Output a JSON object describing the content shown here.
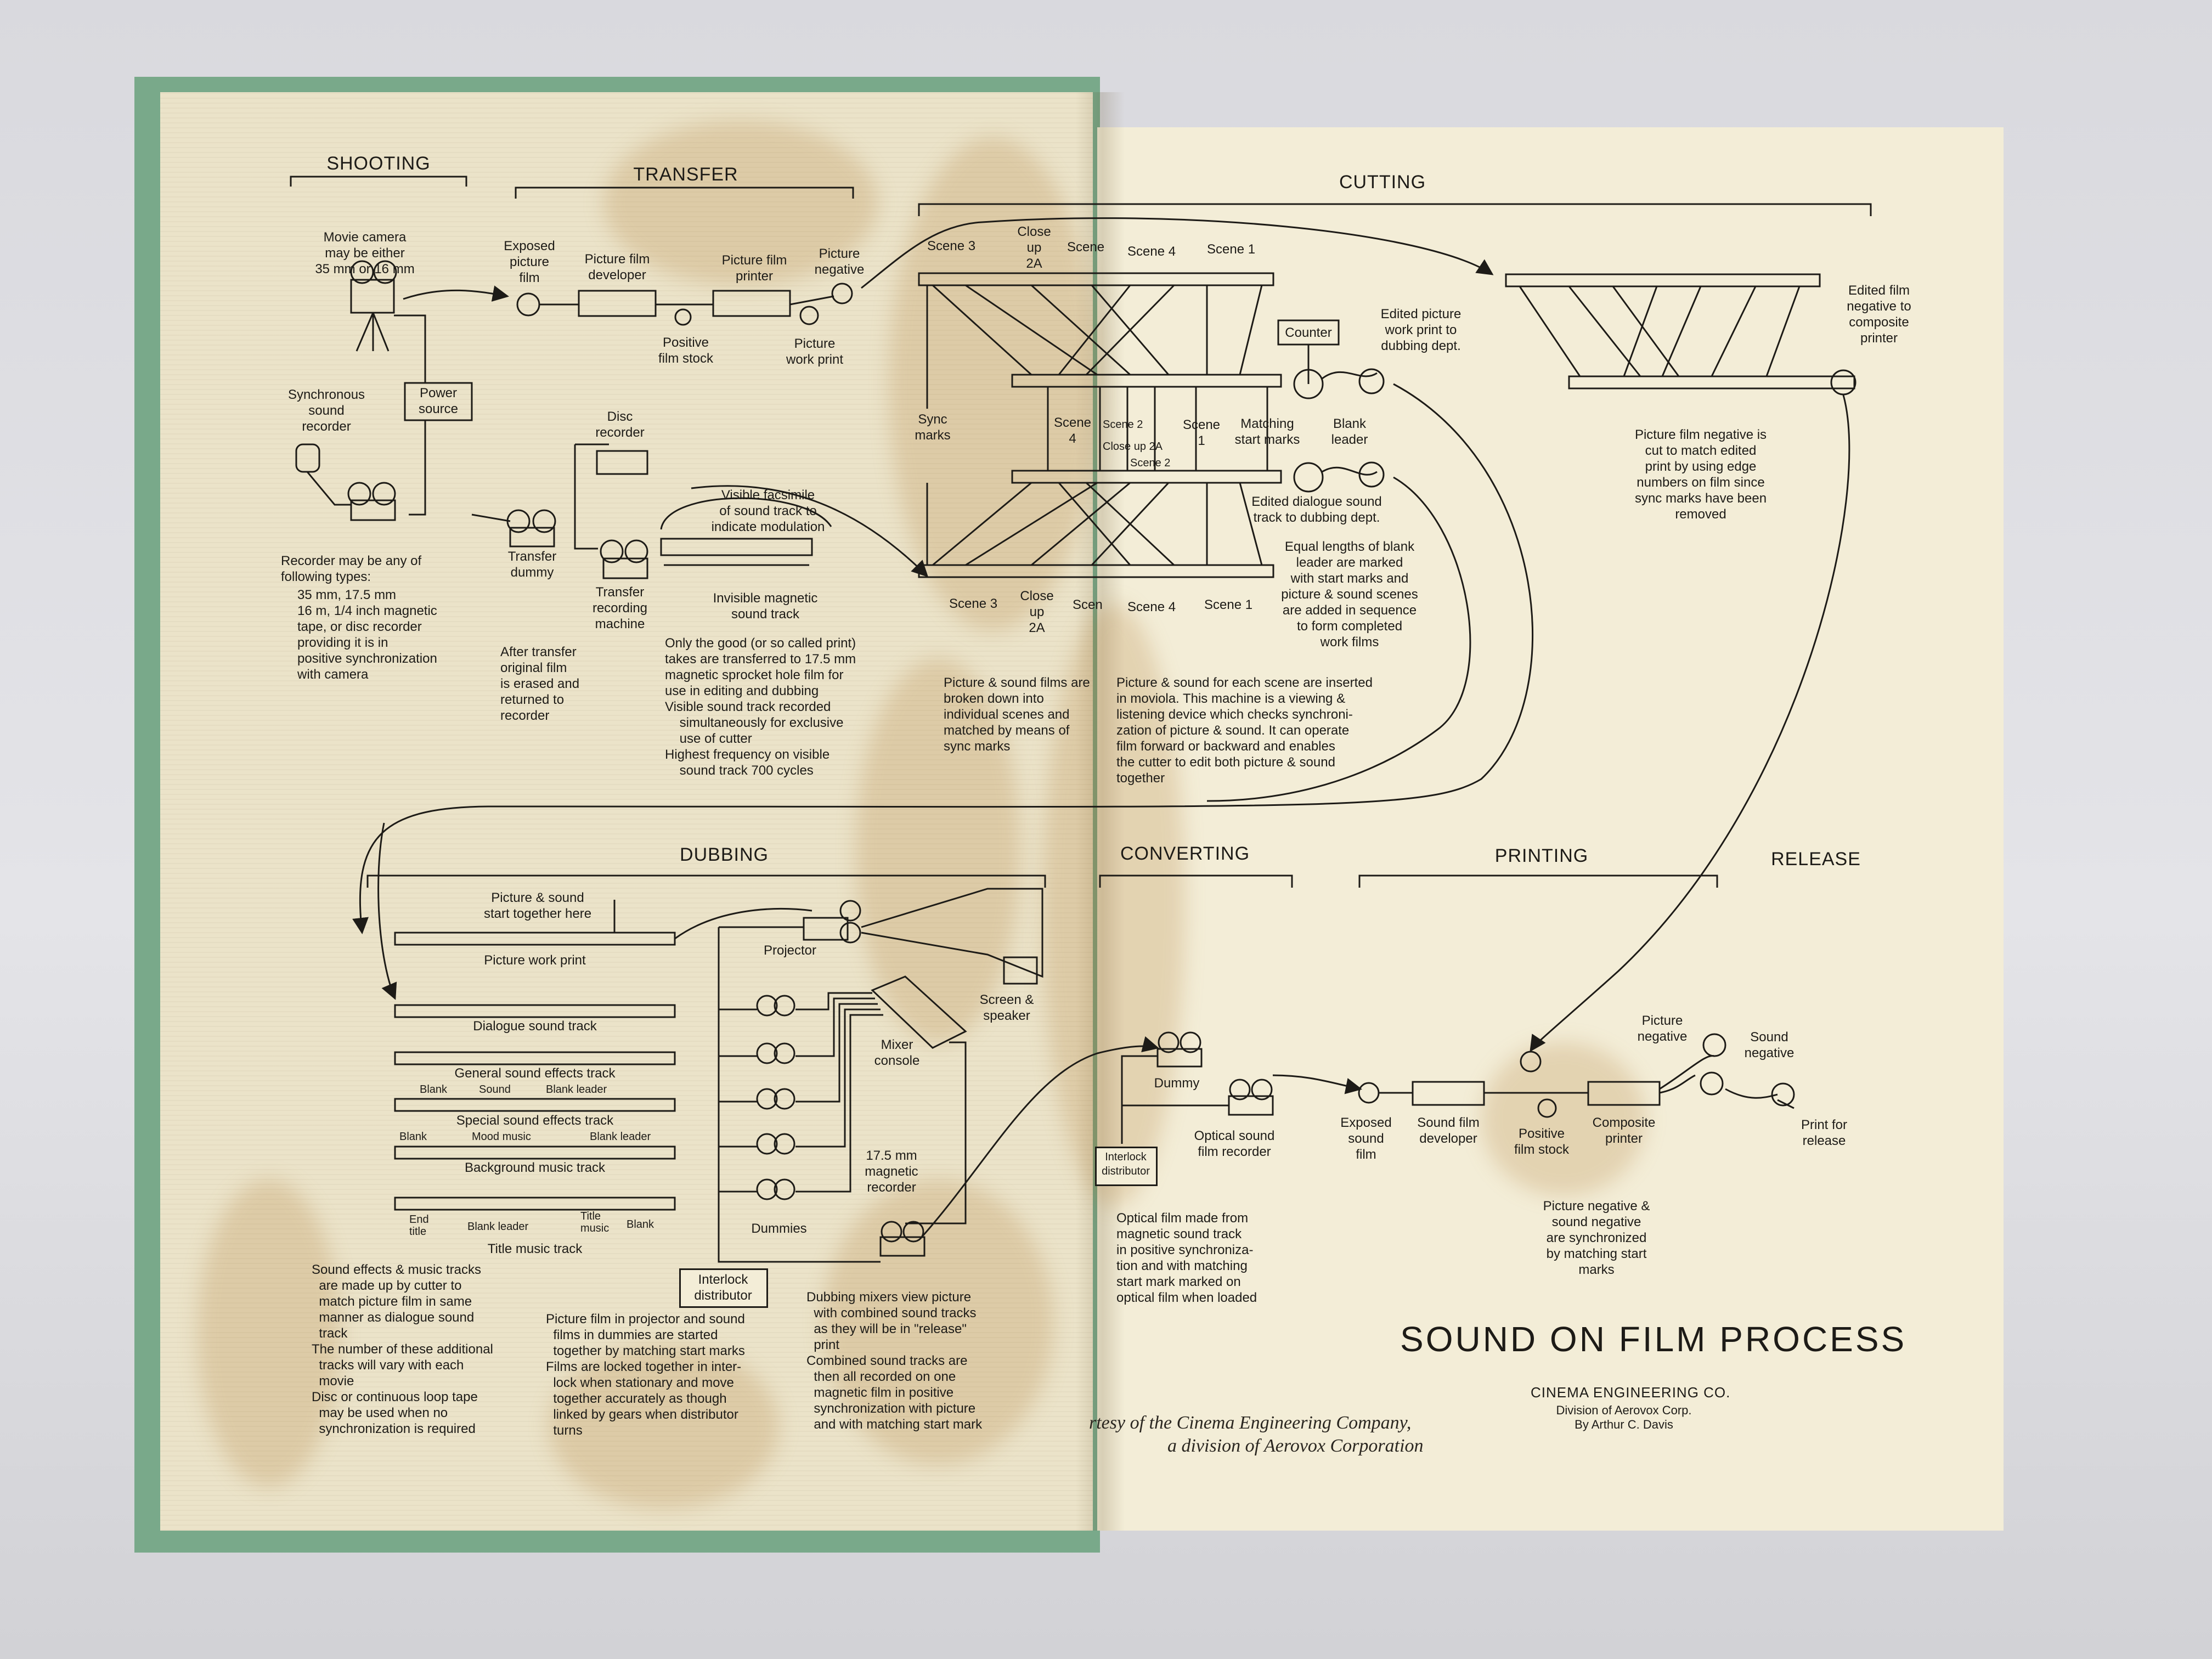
{
  "sections": {
    "shooting": "SHOOTING",
    "transfer": "TRANSFER",
    "cutting": "CUTTING",
    "dubbing": "DUBBING",
    "converting": "CONVERTING",
    "printing": "PRINTING",
    "release": "RELEASE"
  },
  "shooting": {
    "movie_camera": "Movie camera\nmay be either\n35 mm or 16 mm",
    "sync_recorder": "Synchronous\nsound\nrecorder",
    "power_source": "Power\nsource",
    "recorder_types": "Recorder may be any of\nfollowing types:",
    "recorder_types_list": "35 mm, 17.5 mm\n16 m, 1/4 inch magnetic\ntape, or disc recorder\nproviding it is in\npositive synchronization\nwith camera"
  },
  "transfer": {
    "exposed_picture_film": "Exposed\npicture\nfilm",
    "picture_film_developer": "Picture film\ndeveloper",
    "picture_film_printer": "Picture film\nprinter",
    "picture_negative": "Picture\nnegative",
    "positive_film_stock": "Positive\nfilm stock",
    "picture_work_print": "Picture\nwork print",
    "disc_recorder": "Disc\nrecorder",
    "transfer_dummy": "Transfer\ndummy",
    "transfer_recording_machine": "Transfer\nrecording\nmachine",
    "visible_facsimile": "Visible facsimile\nof sound track to\nindicate modulation",
    "invisible_magnetic": "Invisible magnetic\nsound track",
    "after_transfer": "After transfer\noriginal film\nis erased and\nreturned to\nrecorder",
    "only_the_good": "Only the good (or so called print)\ntakes are transferred to 17.5 mm\nmagnetic sprocket hole film for\nuse in editing and dubbing\nVisible sound track recorded\n    simultaneously for exclusive\n    use of cutter\nHighest frequency on visible\n    sound track 700 cycles"
  },
  "cutting": {
    "top_scene_3": "Scene 3",
    "top_close_up": "Close\nup\n2A",
    "top_scene_cut": "Scene",
    "top_scene_4": "Scene 4",
    "top_scene_1": "Scene 1",
    "bottom_scene_3": "Scene 3",
    "bottom_close_up": "Close\nup\n2A",
    "bottom_scene_cut": "Scen",
    "bottom_scene_4": "Scene 4",
    "bottom_scene_1": "Scene 1",
    "sync_marks": "Sync\nmarks",
    "counter": "Counter",
    "mid_scene_4": "Scene\n4",
    "mid_scene_2": "Scene 2",
    "mid_close_up": "Close up 2A",
    "mid_scene_2b": "Scene 2",
    "mid_scene_1": "Scene\n1",
    "matching_start_marks": "Matching\nstart marks",
    "blank_leader": "Blank\nleader",
    "edited_picture_work_print": "Edited picture\nwork print to\ndubbing dept.",
    "edited_dialogue_sound": "Edited dialogue sound\ntrack to dubbing dept.",
    "equal_lengths": "Equal lengths of blank\nleader are marked\nwith start marks and\npicture & sound scenes\nare added in sequence\nto form completed\nwork films",
    "broken_down": "Picture & sound films are\nbroken down into\nindividual scenes and\nmatched by means of\nsync marks",
    "moviola": "Picture & sound for each scene are inserted\nin moviola. This machine is a viewing &\nlistening device which checks synchroni-\nzation of picture & sound. It can operate\nfilm forward or backward and enables\nthe cutter to edit both picture & sound\ntogether",
    "edited_film_negative": "Edited film\nnegative to\ncomposite\nprinter",
    "negative_cut": "Picture film negative is\ncut to match edited\nprint by using edge\nnumbers on film since\nsync marks have been\nremoved"
  },
  "dubbing": {
    "start_together": "Picture & sound\nstart together here",
    "picture_work_print": "Picture work print",
    "dialogue_sound_track": "Dialogue sound track",
    "general_effects": "General sound effects track",
    "blank_1": "Blank",
    "sound_1": "Sound",
    "blank_leader_1": "Blank leader",
    "special_effects": "Special sound effects track",
    "blank_2": "Blank",
    "mood_music": "Mood music",
    "blank_leader_2": "Blank leader",
    "background_music": "Background music track",
    "end_title": "End\ntitle",
    "blank_leader_3": "Blank leader",
    "title_music": "Title\nmusic",
    "blank_3": "Blank",
    "title_music_track": "Title music track",
    "projector": "Projector",
    "screen_speaker": "Screen &\nspeaker",
    "mixer_console": "Mixer\nconsole",
    "magnetic_recorder": "17.5 mm\nmagnetic\nrecorder",
    "dummies": "Dummies",
    "interlock_distributor": "Interlock\ndistributor",
    "effects_note": "Sound effects & music tracks\n  are made up by cutter to\n  match picture film in same\n  manner as dialogue sound\n  track\nThe number of these additional\n  tracks will vary with each\n  movie\nDisc or continuous loop tape\n  may be used when no\n  synchronization is required",
    "projector_note": "Picture film in projector and sound\n  films in dummies are started\n  together by matching start marks\nFilms are locked together in inter-\n  lock when stationary and move\n  together accurately as though\n  linked by gears when distributor\n  turns",
    "mixers_note": "Dubbing mixers view picture\n  with combined sound tracks\n  as they will be in \"release\"\n  print\nCombined sound tracks are\n  then all recorded on one\n  magnetic film in positive\n  synchronization with picture\n  and with matching start mark"
  },
  "converting": {
    "dummy": "Dummy",
    "optical_recorder": "Optical sound\nfilm recorder",
    "interlock_distributor": "Interlock\ndistributor",
    "optical_note": "Optical film made from\nmagnetic sound track\nin positive synchroniza-\ntion and with matching\nstart mark marked on\noptical film when loaded"
  },
  "printing": {
    "exposed_sound_film": "Exposed\nsound\nfilm",
    "sound_film_developer": "Sound film\ndeveloper",
    "positive_film_stock": "Positive\nfilm stock",
    "composite_printer": "Composite\nprinter",
    "picture_negative": "Picture\nnegative",
    "sound_negative": "Sound\nnegative",
    "print_for_release": "Print for\nrelease",
    "sync_note": "Picture negative &\nsound negative\nare synchronized\nby matching start\nmarks"
  },
  "footer": {
    "title": "SOUND ON FILM PROCESS",
    "company": "CINEMA ENGINEERING CO.",
    "division": "Division of Aerovox Corp.",
    "author": "By Arthur C. Davis",
    "courtesy_line1": "rtesy of the Cinema Engineering Company,",
    "courtesy_line2": "a division of Aerovox Corporation"
  },
  "colors": {
    "cover": "#79a98a",
    "page": "#ebe3c9",
    "ink": "#1d1b17",
    "stain": "#ab782d"
  }
}
